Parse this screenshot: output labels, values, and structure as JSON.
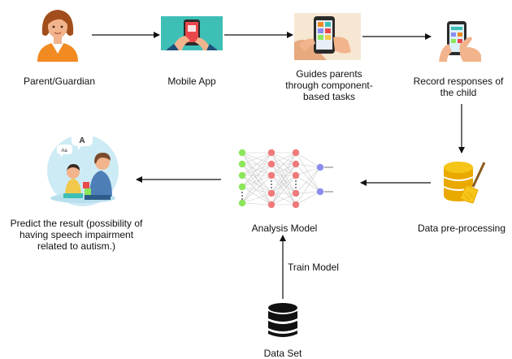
{
  "nodes": {
    "parent": {
      "label": "Parent/Guardian",
      "icon": "parent-avatar-icon"
    },
    "mobile_app": {
      "label": "Mobile App",
      "icon": "mobile-app-icon"
    },
    "guides": {
      "label_lines": [
        "Guides parents",
        "through component-",
        "based tasks"
      ],
      "icon": "hand-phone-app-icon"
    },
    "record": {
      "label_lines": [
        "Record responses of",
        "the child"
      ],
      "icon": "tapping-phone-icon"
    },
    "preprocessing": {
      "label": "Data pre-processing",
      "icon": "database-broom-icon"
    },
    "analysis": {
      "label": "Analysis Model",
      "icon": "neural-network-icon"
    },
    "predict": {
      "label_lines": [
        "Predict the result (possibility of",
        "having speech impairment",
        "related to autism.)"
      ],
      "icon": "child-therapy-illustration-icon"
    },
    "dataset": {
      "label": "Data Set",
      "icon": "database-icon"
    }
  },
  "edges": {
    "train_model_label": "Train Model"
  },
  "colors": {
    "skin": "#F2B48C",
    "hair": "#A14E1C",
    "orange": "#F28A22",
    "teal": "#3EBFB6",
    "phone_red": "#E9484A",
    "gold": "#E9A900",
    "nn_green": "#8CE65A",
    "nn_red": "#F07A7A",
    "nn_blue": "#8C8CF0",
    "circle_bg": "#CDEBF5"
  }
}
